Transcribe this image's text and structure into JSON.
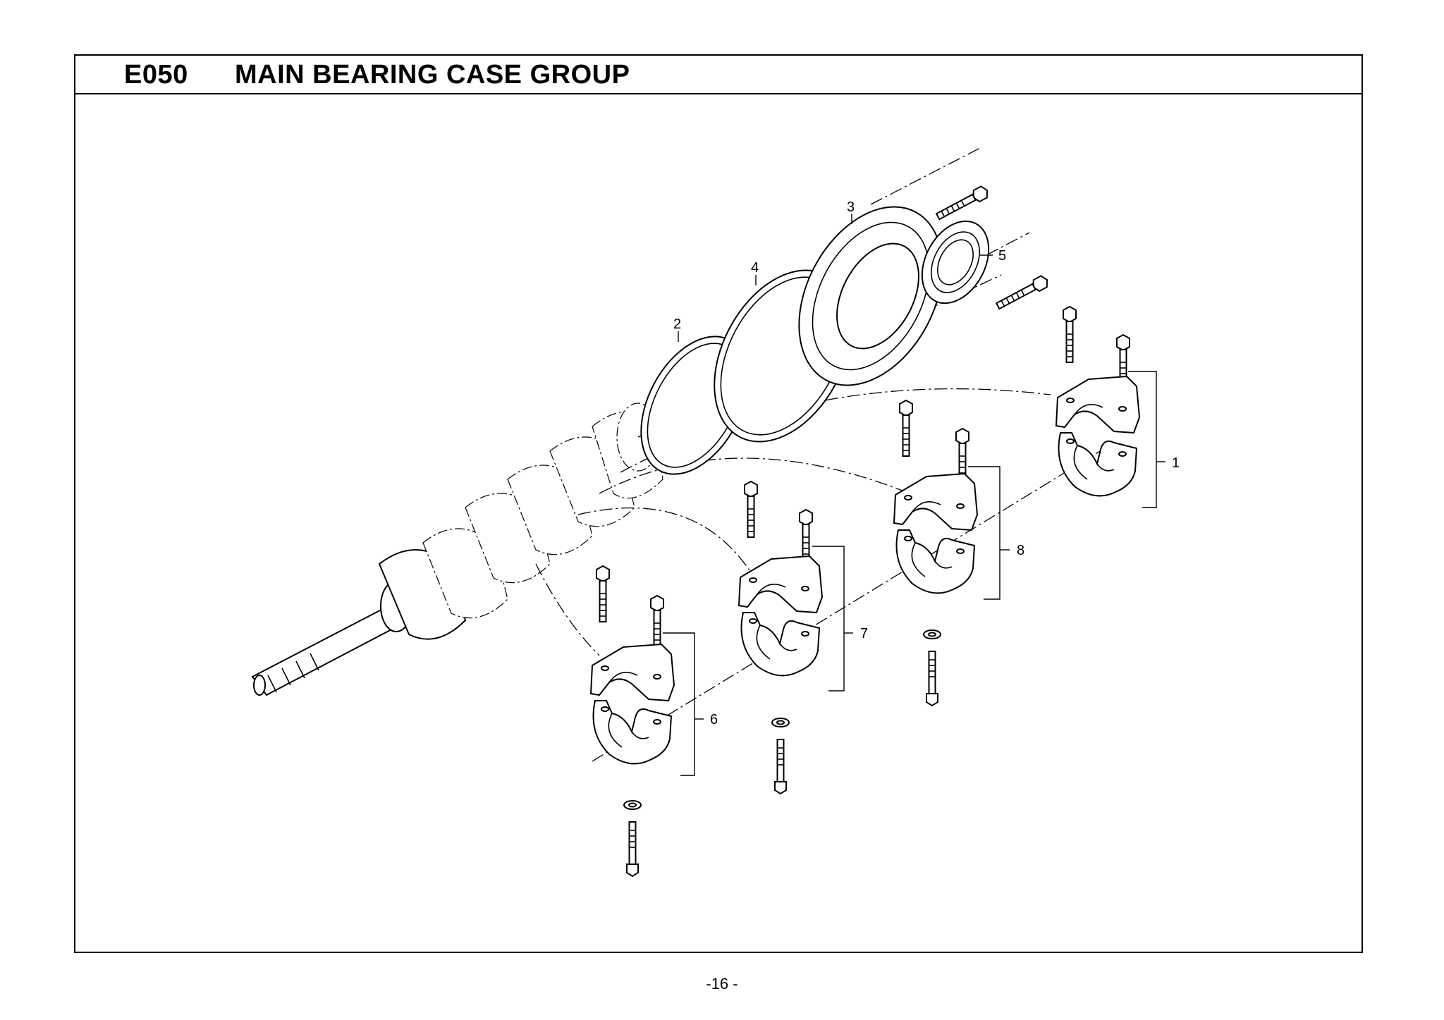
{
  "header": {
    "code": "E050",
    "title": "MAIN BEARING CASE GROUP"
  },
  "callouts": {
    "c1": "1",
    "c2": "2",
    "c3": "3",
    "c4": "4",
    "c5": "5",
    "c6": "6",
    "c7": "7",
    "c8": "8"
  },
  "footer": {
    "page_number": "-16 -"
  }
}
